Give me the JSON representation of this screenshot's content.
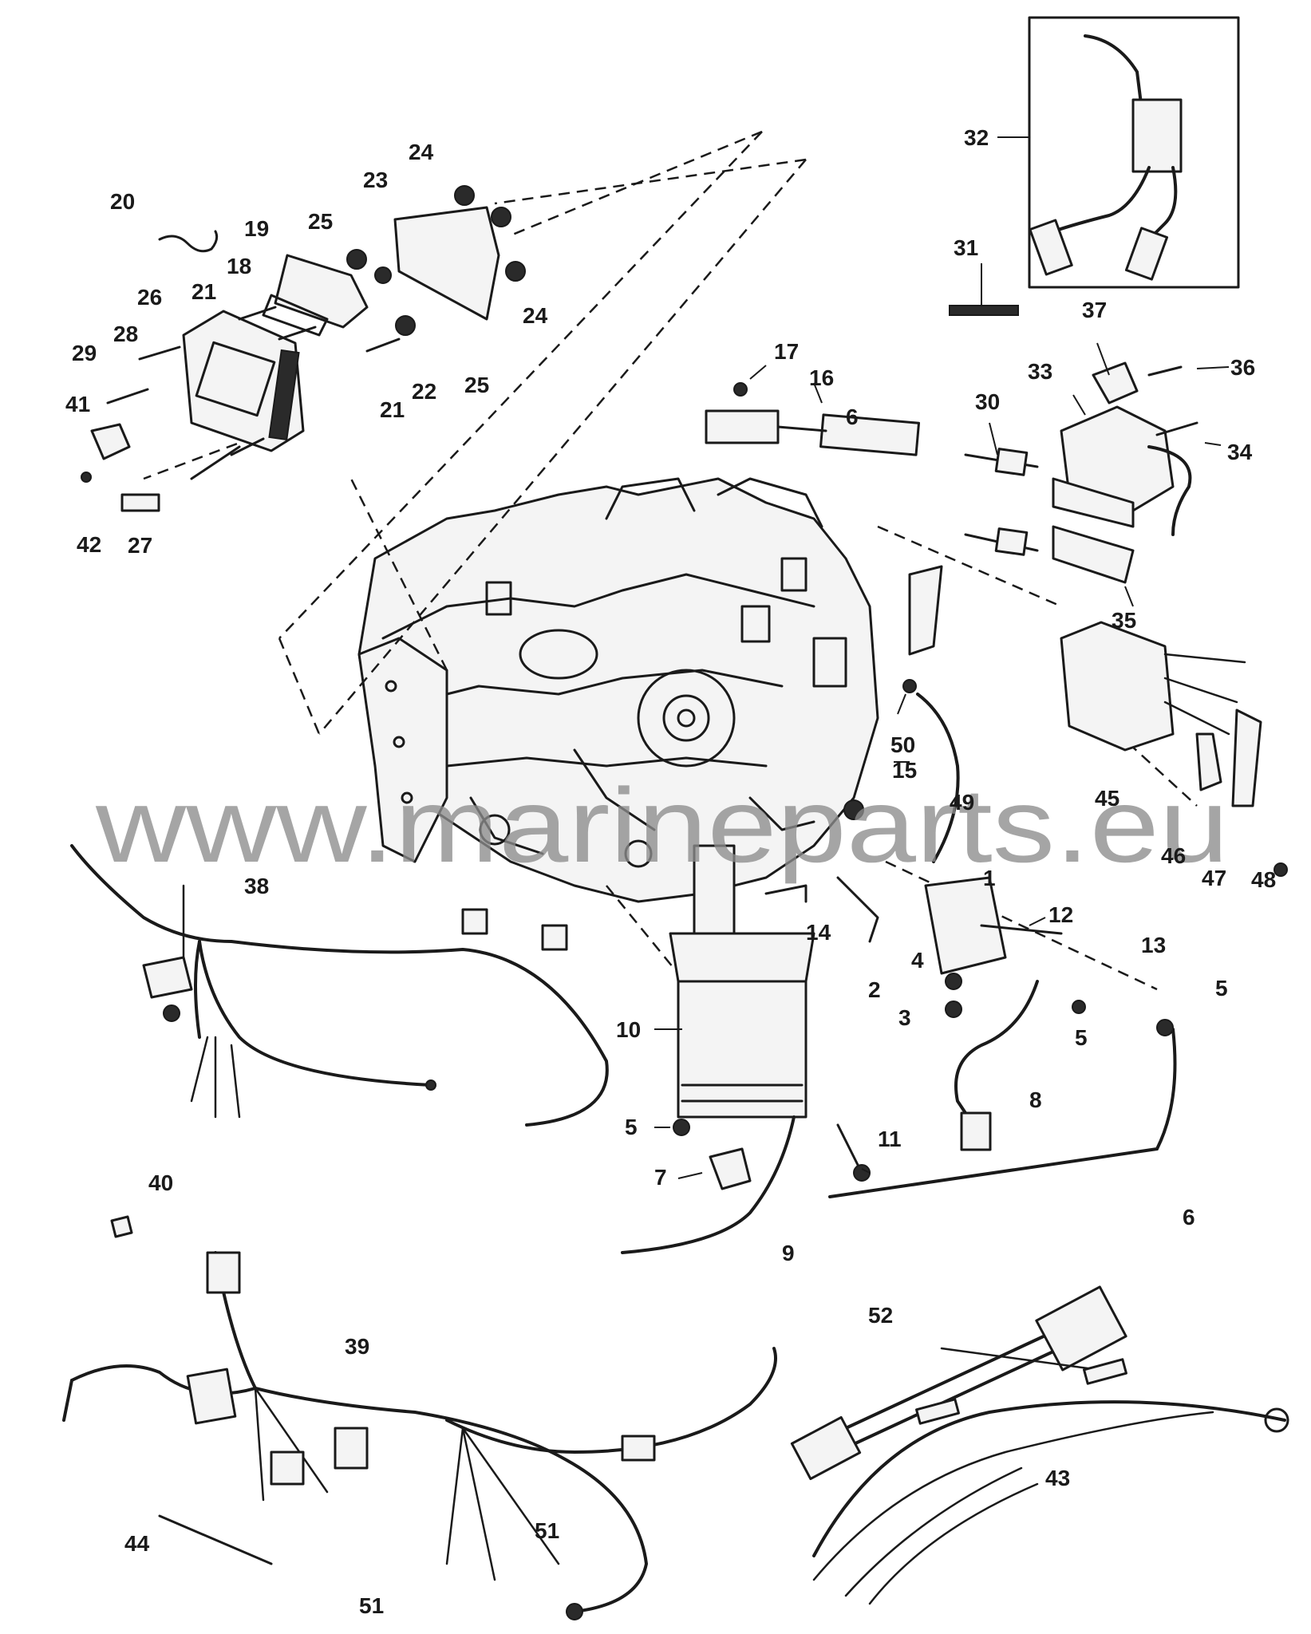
{
  "watermark": "www.marineparts.eu",
  "callouts": [
    "1",
    "2",
    "3",
    "4",
    "5",
    "5",
    "5",
    "6",
    "6",
    "7",
    "8",
    "9",
    "10",
    "11",
    "12",
    "13",
    "14",
    "15",
    "16",
    "17",
    "18",
    "19",
    "20",
    "21",
    "21",
    "22",
    "23",
    "24",
    "24",
    "25",
    "25",
    "26",
    "27",
    "28",
    "29",
    "30",
    "31",
    "32",
    "33",
    "34",
    "35",
    "36",
    "37",
    "38",
    "39",
    "40",
    "41",
    "42",
    "43",
    "44",
    "45",
    "46",
    "47",
    "48",
    "49",
    "50",
    "51",
    "51",
    "52"
  ]
}
